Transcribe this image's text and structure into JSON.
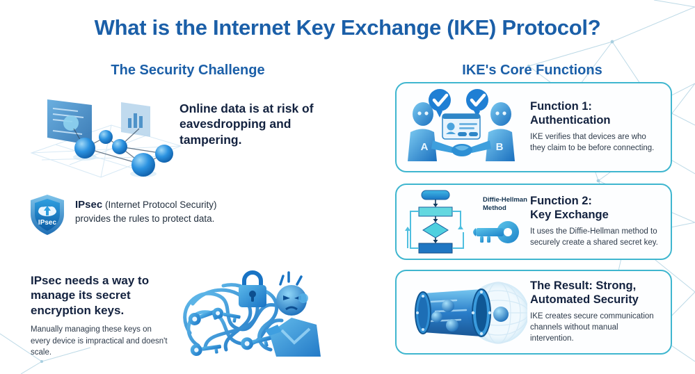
{
  "title": "What is the Internet Key Exchange (IKE) Protocol?",
  "colors": {
    "title_blue": "#1b5fa8",
    "heading_navy": "#13223f",
    "card_border_teal": "#3fb6cf",
    "node_blue": "#1e86d6",
    "mesh_line": "#bcd9e6"
  },
  "sections": {
    "left_heading": "The Security Challenge",
    "right_heading": "IKE's Core Functions"
  },
  "left": {
    "network_illustration": {
      "name": "network-mesh-illustration",
      "screens": 2,
      "nodes": 6
    },
    "risk_text": "Online data is at risk of eavesdropping and tampering.",
    "ipsec": {
      "badge_label": "IPsec",
      "lead": "IPsec",
      "rest": " (Internet Protocol Security) provides the rules to protect data."
    },
    "keys": {
      "headline": "IPsec needs a way to manage its secret encryption keys.",
      "subtext": "Manually managing these keys on every device is impractical and doesn't scale.",
      "illustration": "tangled-keys-padlock-frustrated-figure"
    }
  },
  "cards": [
    {
      "id": "authentication",
      "title_line1": "Function 1:",
      "title_line2": "Authentication",
      "body": "IKE verifies that devices are who they claim to be before connecting.",
      "art": "handshake-two-figures",
      "art_labels": {
        "left_badge": "A",
        "right_badge": "B"
      }
    },
    {
      "id": "key-exchange",
      "title_line1": "Function 2:",
      "title_line2": "Key Exchange",
      "body": "It uses the Diffie-Hellman method to securely create a shared secret key.",
      "art": "flowchart-and-key",
      "art_labels": {
        "method_line1": "Diffie-Hellman",
        "method_line2": "Method"
      }
    },
    {
      "id": "result",
      "title_line1": "The Result: Strong,",
      "title_line2": "Automated Security",
      "body": "IKE creates secure communication channels without manual intervention.",
      "art": "secure-tunnel-vault"
    }
  ]
}
